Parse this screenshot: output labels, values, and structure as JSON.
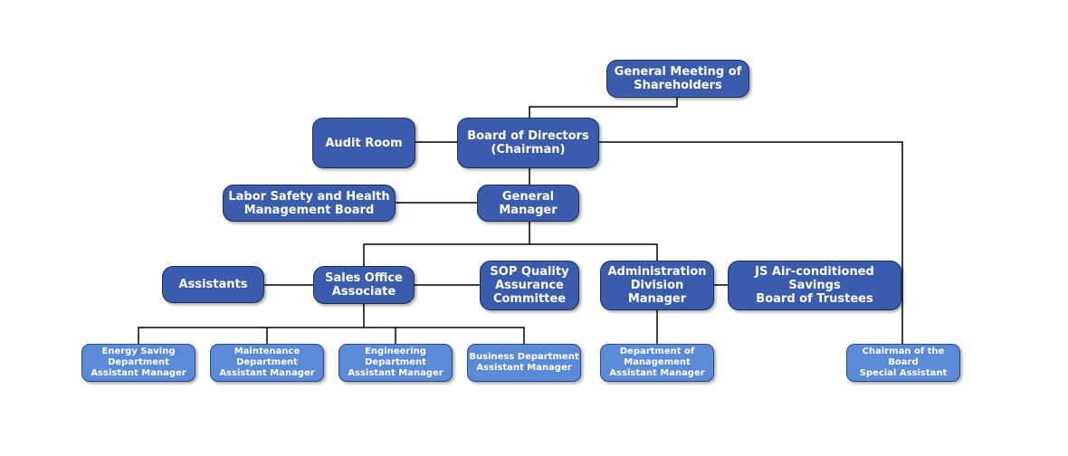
{
  "nodes": {
    "shareholders": "General Meeting of\nShareholders",
    "board": "Board of Directors\n(Chairman)",
    "audit": "Audit Room",
    "gm": "General\nManager",
    "labor": "Labor Safety and Health\nManagement Board",
    "assistants": "Assistants",
    "sales": "Sales Office\nAssociate",
    "sop": "SOP Quality\nAssurance\nCommittee",
    "admin": "Administration\nDivision\nManager",
    "js": "JS Air-conditioned Savings\nBoard of Trustees",
    "energy": "Energy Saving\nDepartment\nAssistant Manager",
    "maint": "Maintenance\nDepartment\nAssistant Manager",
    "eng": "Engineering\nDepartment\nAssistant Manager",
    "business": "Business Department\nAssistant Manager",
    "mgmt": "Department of\nManagement\nAssistant Manager",
    "chairasst": "Chairman of the\nBoard\nSpecial Assistant"
  },
  "colors": {
    "primary": "#3b5cad",
    "secondary": "#5b8ad6",
    "line": "#000000"
  }
}
